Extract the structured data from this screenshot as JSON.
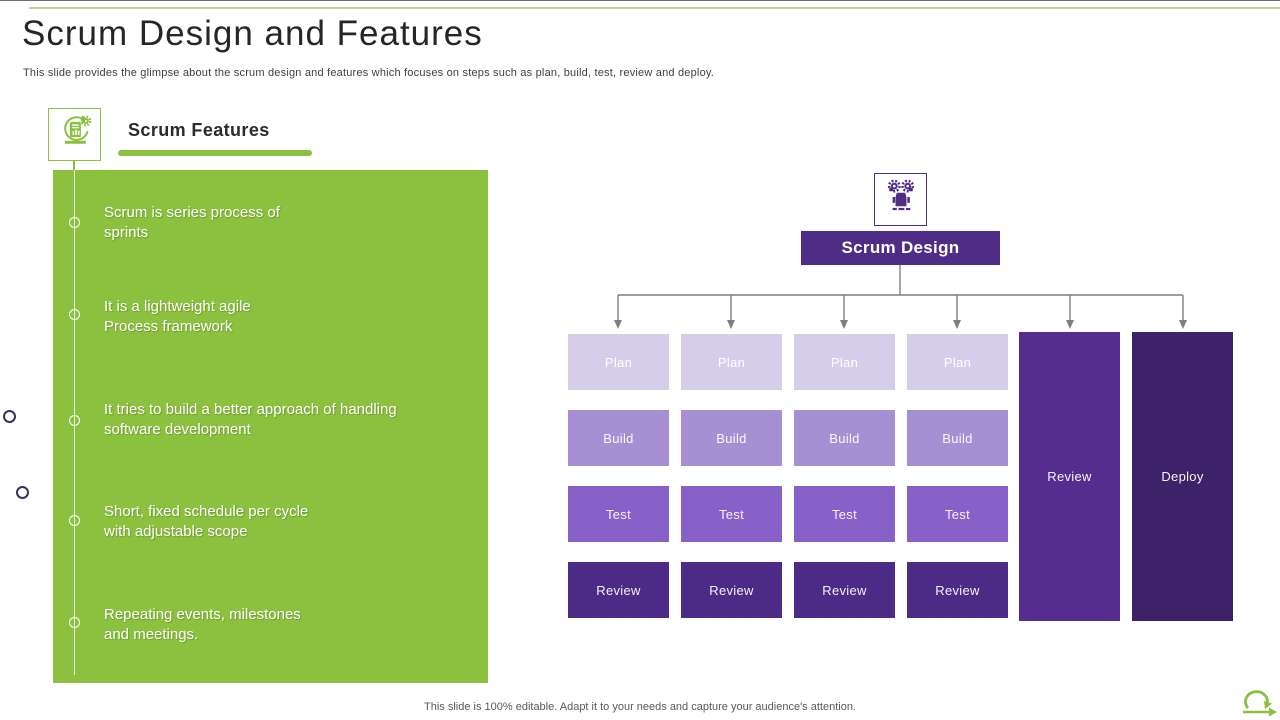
{
  "slide": {
    "title": "Scrum Design and Features",
    "subtitle": "This slide provides the glimpse about the scrum design and features which focuses on steps such as plan, build, test, review and deploy.",
    "footer": "This slide is 100% editable. Adapt it to your needs and capture your audience's attention."
  },
  "scrum_features": {
    "heading": "Scrum Features",
    "items": [
      "Scrum is series process of\nsprints",
      "It is a lightweight agile\nProcess framework",
      "It tries to build a better approach of handling\nsoftware development",
      "Short, fixed schedule per cycle\nwith adjustable scope",
      "Repeating events, milestones\nand meetings."
    ]
  },
  "scrum_design": {
    "heading": "Scrum Design",
    "sprint_columns": [
      {
        "steps": [
          "Plan",
          "Build",
          "Test",
          "Review"
        ]
      },
      {
        "steps": [
          "Plan",
          "Build",
          "Test",
          "Review"
        ]
      },
      {
        "steps": [
          "Plan",
          "Build",
          "Test",
          "Review"
        ]
      },
      {
        "steps": [
          "Plan",
          "Build",
          "Test",
          "Review"
        ]
      }
    ],
    "tall_columns": [
      "Review",
      "Deploy"
    ]
  },
  "icons": {
    "top_left": "linked-rings-icon",
    "scrum_features": "agile-process-icon",
    "scrum_design": "gears-hand-icon",
    "bottom_right": "sprint-loop-icon"
  },
  "colors": {
    "green": "#8CC140",
    "accent_purple": "#4F2D87",
    "plan": "#D6CDEA",
    "build": "#A78FD4",
    "test": "#8761C8",
    "review_row": "#4B2B85",
    "review_tall": "#542D8E",
    "deploy": "#3E2269",
    "connector_gray": "#7F7F7F",
    "top_line": "#C6CF8A"
  }
}
